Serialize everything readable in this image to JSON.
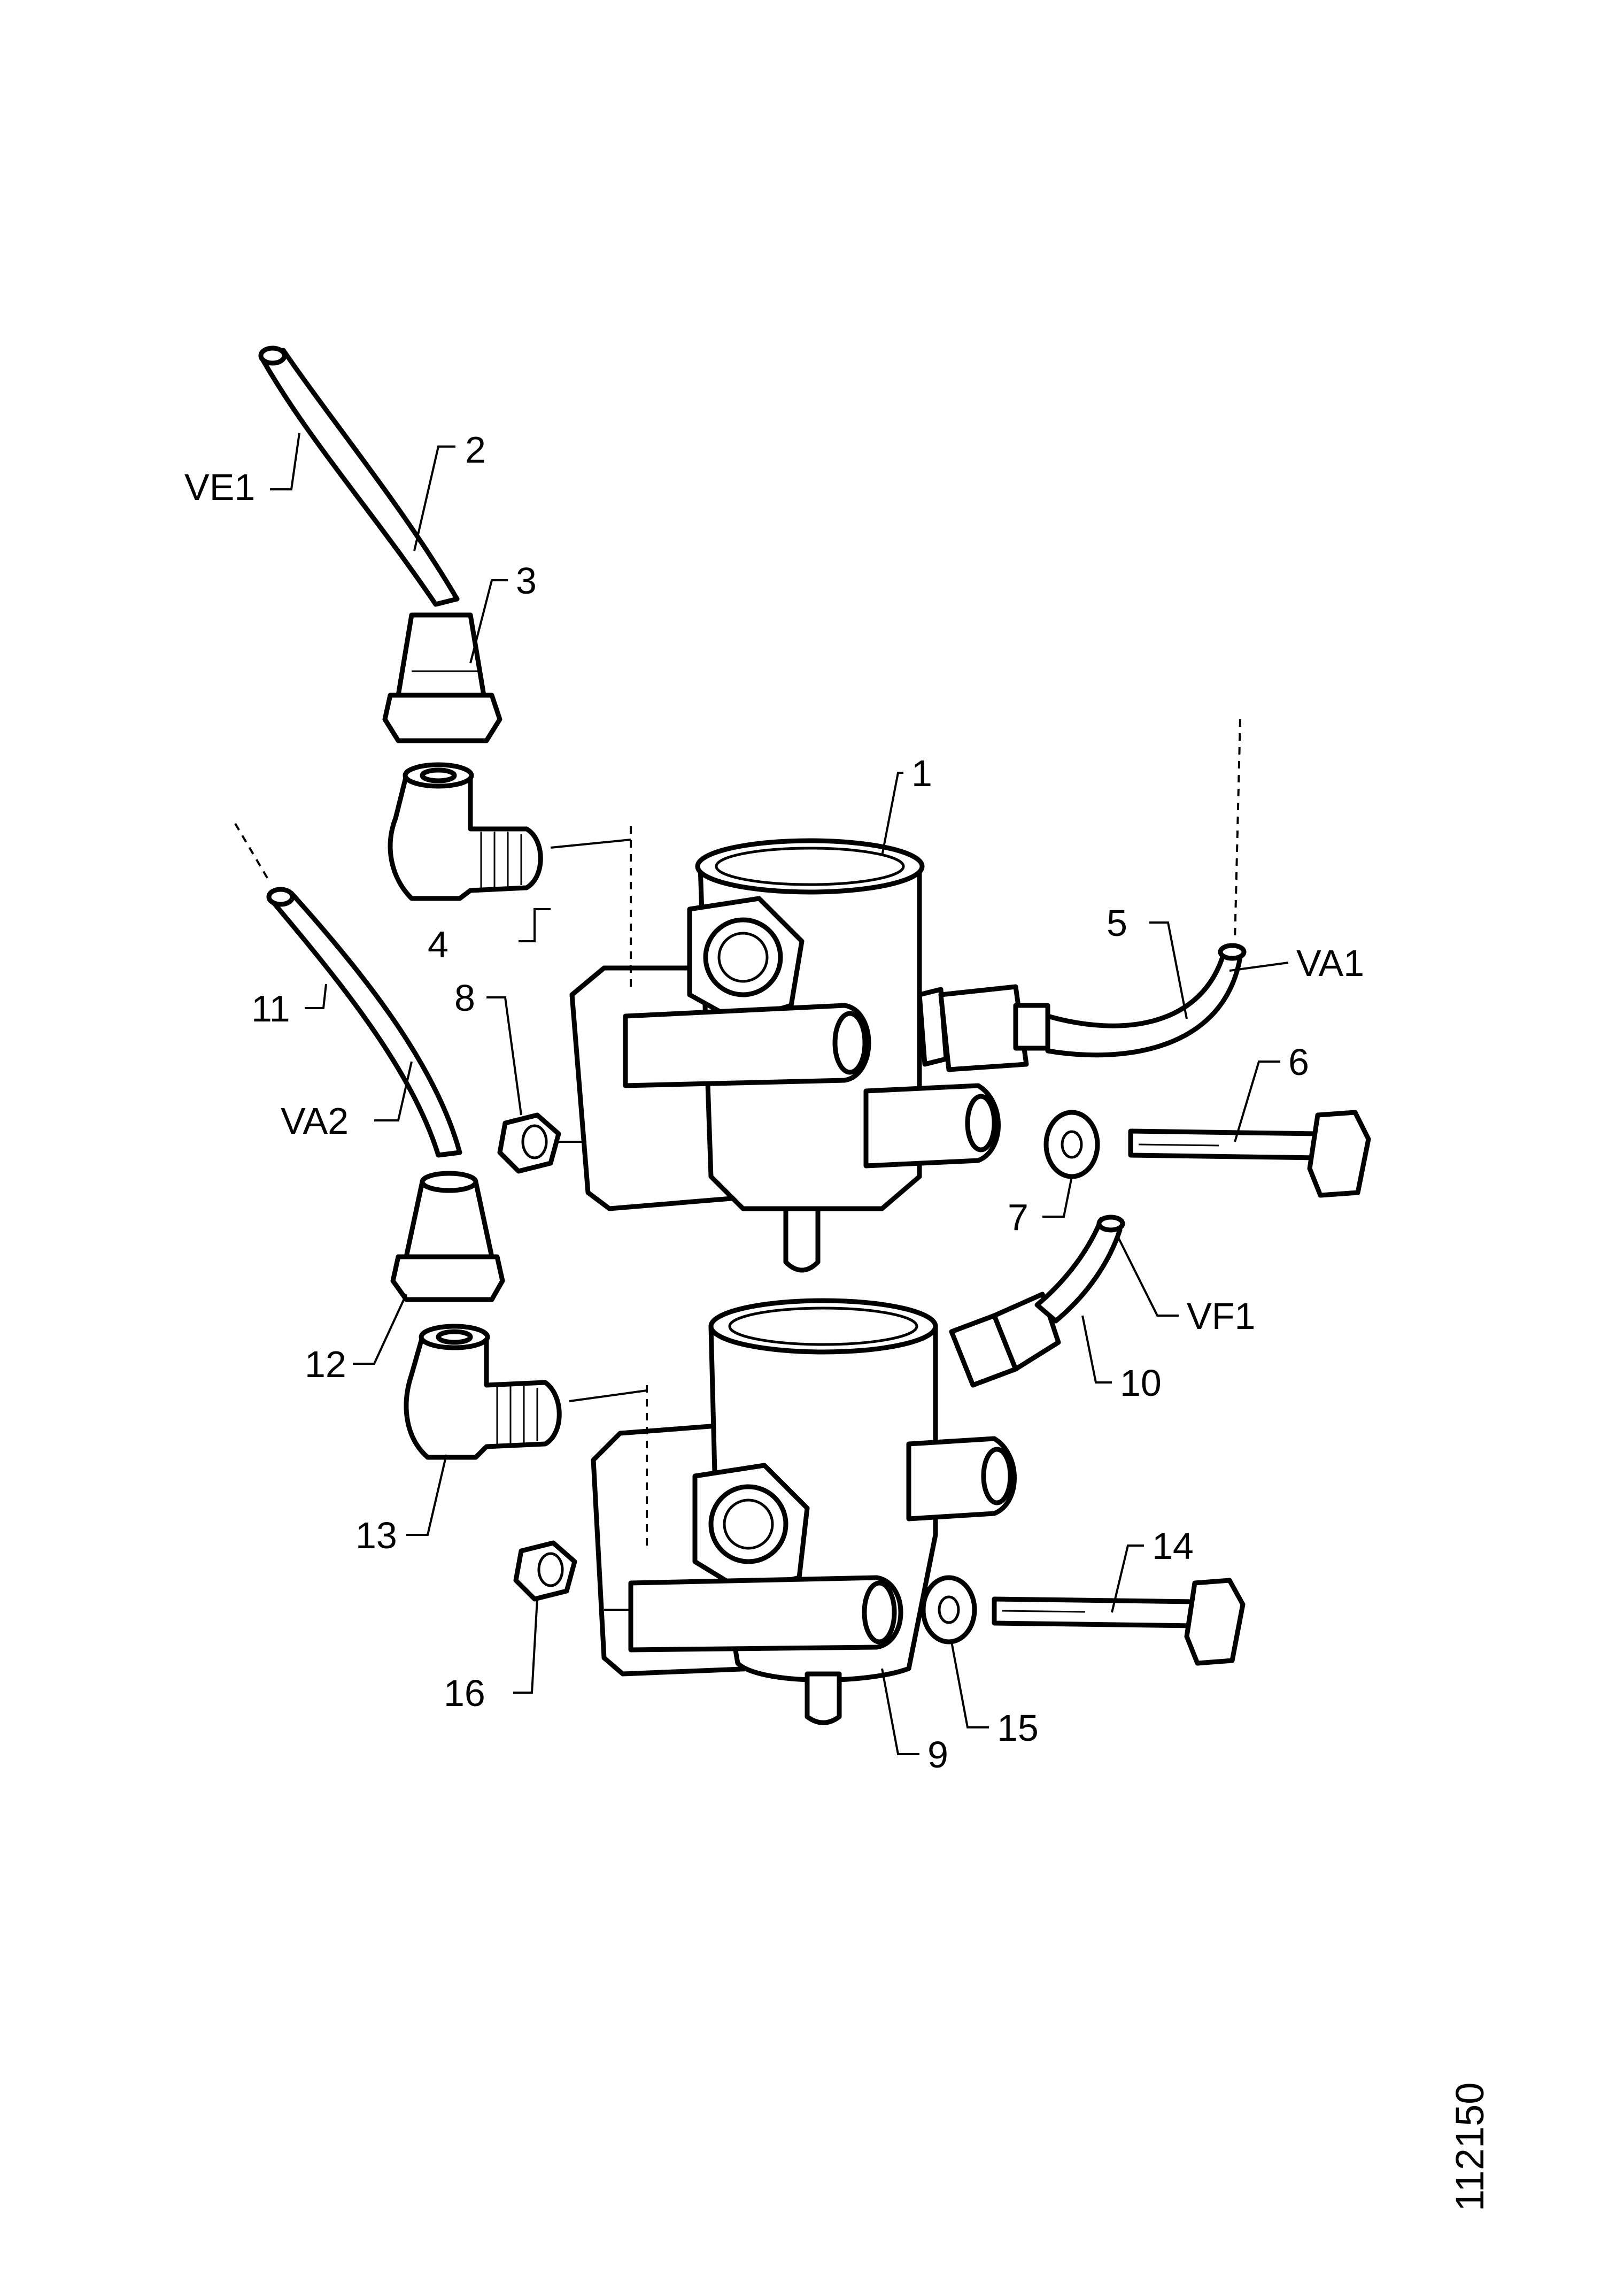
{
  "callouts": {
    "c1": "1",
    "c2": "2",
    "c3": "3",
    "c4": "4",
    "c5": "5",
    "c6": "6",
    "c7": "7",
    "c8": "8",
    "c9": "9",
    "c10": "10",
    "c11": "11",
    "c12": "12",
    "c13": "13",
    "c14": "14",
    "c15": "15",
    "c16": "16",
    "ve1": "VE1",
    "va1": "VA1",
    "va2": "VA2",
    "vf1": "VF1"
  },
  "drawing_number": "112150"
}
